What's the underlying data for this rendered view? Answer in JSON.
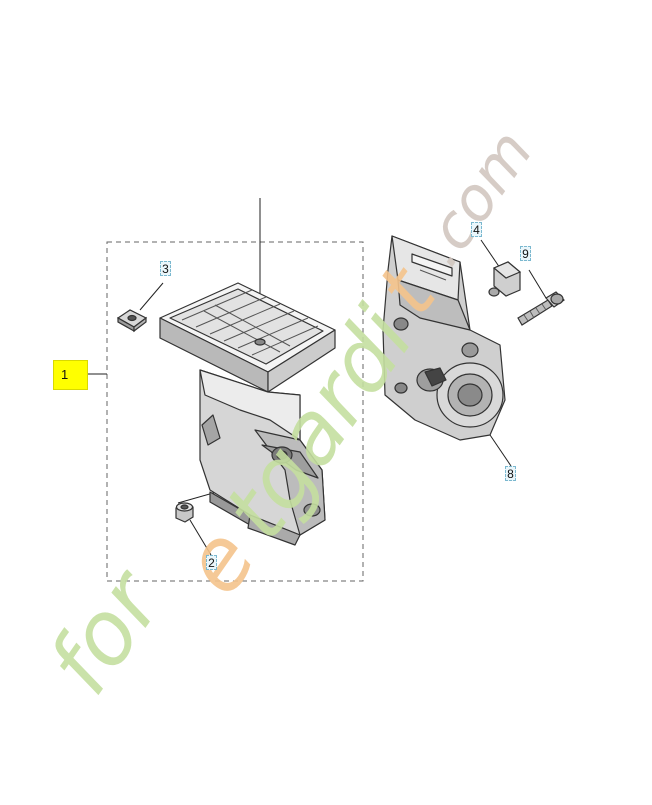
{
  "callouts": {
    "main": "1",
    "nut": "2",
    "clip": "3",
    "bushing": "4",
    "bracket": "8",
    "screw": "9"
  },
  "watermark": {
    "text": "foretgardit.com",
    "color_green": "#c5dfa0",
    "color_orange": "#f5c48c",
    "color_gray": "#d2c7c0"
  }
}
